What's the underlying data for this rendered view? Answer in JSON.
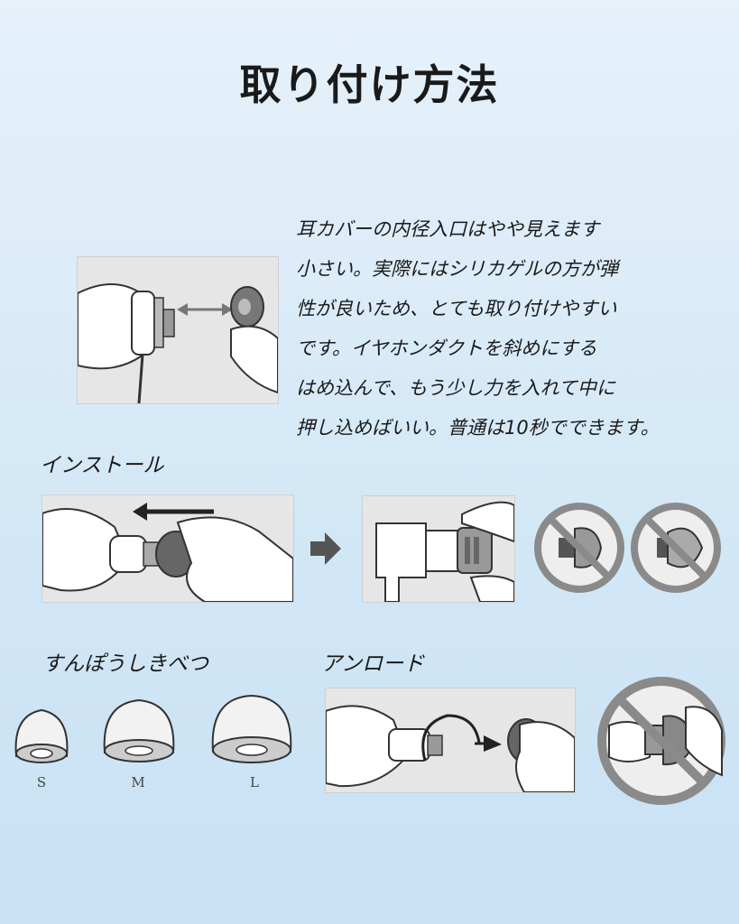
{
  "title": "取り付け方法",
  "description": [
    "耳カバーの内径入口はやや見えます",
    "小さい。実際にはシリカゲルの方が弾",
    "性が良いため、とても取り付けやすい",
    "です。イヤホンダクトを斜めにする",
    "はめ込んで、もう少し力を入れて中に",
    "押し込めばいい。普通は10秒でできます。"
  ],
  "sections": {
    "install": "インストール",
    "sizes": "すんぽうしきべつ",
    "unload": "アンロード"
  },
  "size_labels": [
    "S",
    "M",
    "L"
  ],
  "colors": {
    "forbid": "#8a8a8a",
    "arrow": "#555555",
    "bg_top": "#e6f1fa",
    "bg_bottom": "#c8e1f4"
  }
}
